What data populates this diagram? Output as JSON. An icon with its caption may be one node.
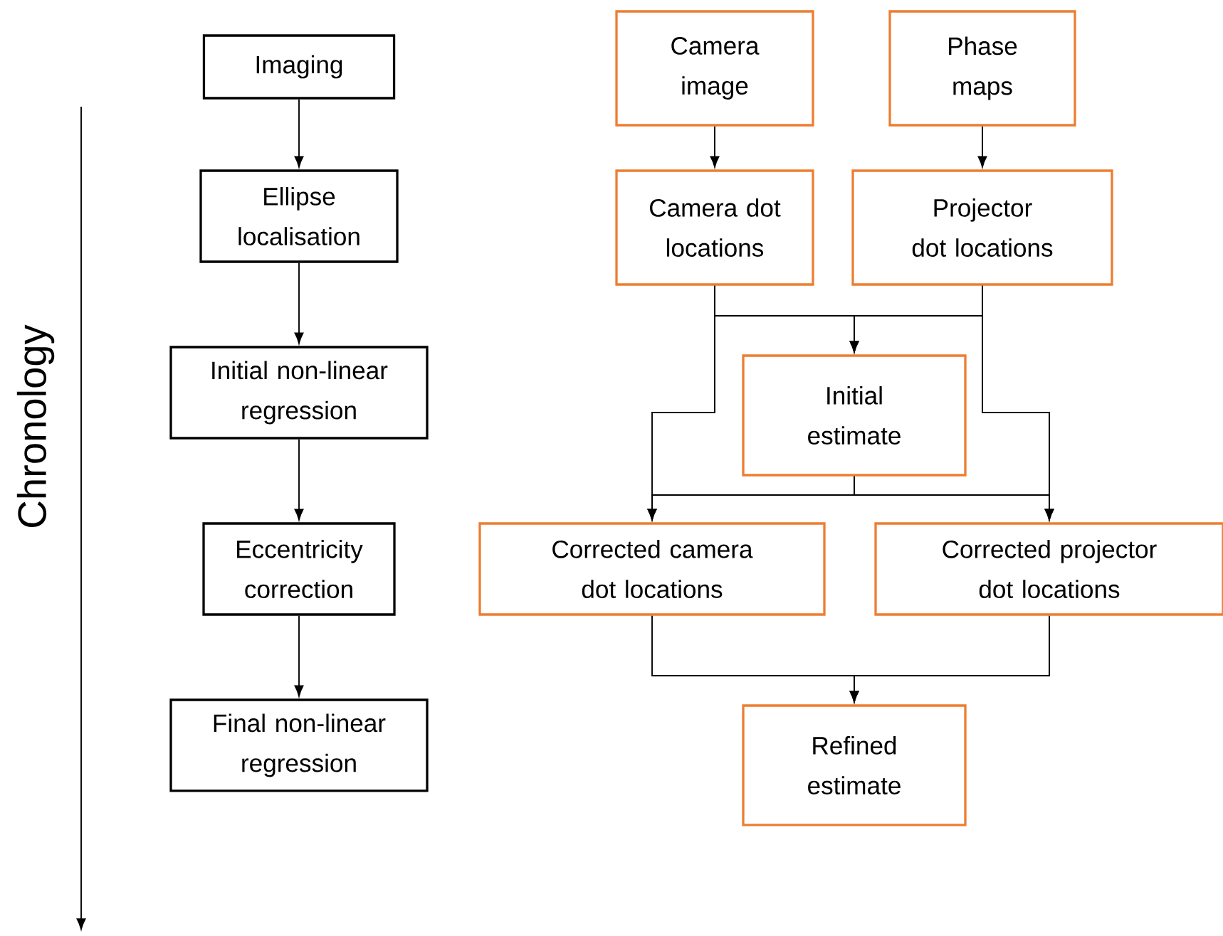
{
  "diagram": {
    "nodes": [
      {
        "text": [
          "Imaging"
        ]
      },
      {
        "text": [
          "Ellipse localisation"
        ]
      },
      {
        "text": [
          "Initial non-linear regression"
        ]
      },
      {
        "text": [
          "Eccentricity correction"
        ]
      },
      {
        "text": [
          "Final non-linear regression"
        ]
      },
      {
        "text": [
          "Camera image"
        ]
      },
      {
        "text": [
          "Phase maps"
        ]
      },
      {
        "text": [
          "Camera dot locations"
        ]
      },
      {
        "text": [
          "Projector dot locations"
        ]
      },
      {
        "text": [
          "Initial estimate"
        ]
      },
      {
        "text": [
          "Corrected camera dot locations"
        ]
      },
      {
        "text": [
          "Corrected projector dot locations"
        ]
      },
      {
        "text": [
          "Refined estimate"
        ]
      }
    ],
    "edges": [
      {
        "from": 0,
        "to": 1,
        "arrow": "to"
      },
      {
        "from": 1,
        "to": 2,
        "arrow": "to"
      },
      {
        "from": 2,
        "to": 3,
        "arrow": "to"
      },
      {
        "from": 3,
        "to": 4,
        "arrow": "to"
      },
      {
        "from": 5,
        "to": 7,
        "arrow": "to"
      },
      {
        "from": 6,
        "to": 8,
        "arrow": "to"
      },
      {
        "from": 7,
        "to": 9,
        "arrow": "to"
      },
      {
        "from": 8,
        "to": 9,
        "arrow": "to"
      },
      {
        "from": 7,
        "to": 10,
        "arrow": "to"
      },
      {
        "from": 9,
        "to": 10,
        "arrow": "to"
      },
      {
        "from": 9,
        "to": 11,
        "arrow": "to"
      },
      {
        "from": 8,
        "to": 11,
        "arrow": "to"
      },
      {
        "from": 10,
        "to": 12,
        "arrow": "to"
      },
      {
        "from": 11,
        "to": 12,
        "arrow": "to"
      }
    ],
    "labels": [
      "Chronology"
    ]
  }
}
